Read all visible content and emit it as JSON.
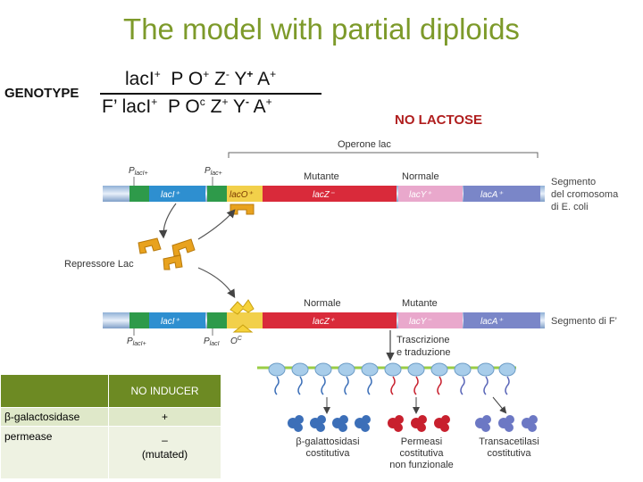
{
  "title": "The model with partial diploids",
  "genotype": {
    "label": "GENOTYPE",
    "line1": {
      "lacI": "lacI",
      "lacI_sup": "+",
      "p": "P",
      "o": "O",
      "o_sup": "+",
      "z": "Z",
      "z_sup": "-",
      "y": "Y",
      "y_sup": "+",
      "a": "A",
      "a_sup": "+"
    },
    "line2": {
      "prefix": "F’",
      "lacI": "lacI",
      "lacI_sup": "+",
      "p": "P",
      "o": "O",
      "o_sup": "c",
      "z": "Z",
      "z_sup": "+",
      "y": "Y",
      "y_sup": "-",
      "a": "A",
      "a_sup": "+"
    }
  },
  "condition": "NO LACTOSE",
  "diagram": {
    "operone_label": "Operone lac",
    "chromosome": {
      "promoter_labels": [
        "P",
        "P"
      ],
      "promoter_subs": [
        "lacI+",
        "lac+"
      ],
      "genes": [
        "lacI⁺",
        "lacO⁺",
        "lacZ⁻",
        "lacY⁺",
        "lacA⁺"
      ],
      "status_left": "Mutante",
      "status_right": "Normale",
      "segment_label": [
        "Segmento",
        "del cromosoma",
        "di E. coli"
      ]
    },
    "repressor_label": "Repressore Lac",
    "plasmid": {
      "promoter_labels": [
        "P",
        "P"
      ],
      "promoter_subs": [
        "lacI+",
        "lacI"
      ],
      "oc_label": "O",
      "oc_sup": "C",
      "genes": [
        "lacI⁺",
        "lacZ⁺",
        "lacY⁻",
        "lacA⁺"
      ],
      "status_left": "Normale",
      "status_right": "Mutante",
      "segment_label": "Segmento di F’"
    },
    "transcription_label": [
      "Trascrizione",
      "e traduzione"
    ],
    "products": [
      {
        "lines": [
          "β-galattosidasi",
          "costitutiva"
        ]
      },
      {
        "lines": [
          "Permeasi",
          "costitutiva",
          "non funzionale"
        ]
      },
      {
        "lines": [
          "Transacetilasi",
          "costitutiva"
        ]
      }
    ]
  },
  "table": {
    "header": "NO INDUCER",
    "rows": [
      {
        "name": "β-galactosidase",
        "value": "+",
        "note": ""
      },
      {
        "name": "permease",
        "value": "–",
        "note": "(mutated)"
      }
    ]
  },
  "colors": {
    "title": "#7d9a2a",
    "condition": "#b01e1e",
    "table_header": "#6d8a23"
  }
}
